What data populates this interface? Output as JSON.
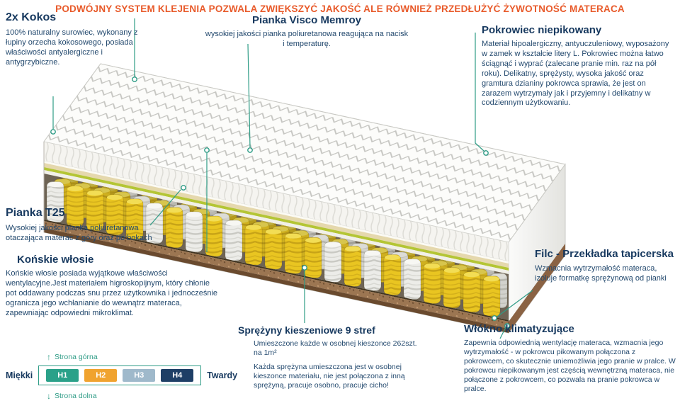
{
  "palette": {
    "accent_teal": "#2e9c86",
    "heading_navy": "#17395f",
    "body_navy": "#23496e",
    "banner_orange": "#e85a2a"
  },
  "banner": {
    "text": "PODWÓJNY SYSTEM KLEJENIA POZWALA ZWIĘKSZYĆ JAKOŚĆ ALE RÓWNIEŻ PRZEDŁUŻYĆ ŻYWOTNOŚĆ MATERACA"
  },
  "annotations": {
    "kokos": {
      "title": "2x Kokos",
      "body": "100% naturalny surowiec, wykonany z łupiny orzecha kokosowego, posiada właściwości antyalergiczne i antygrzybiczne."
    },
    "visco": {
      "title": "Pianka Visco Memroy",
      "body": "wysokiej jakości pianka poliuretanowa reagująca na nacisk i temperaturę."
    },
    "pokrowiec": {
      "title": "Pokrowiec niepikowany",
      "body": "Materiał hipoalergiczny, antyuczuleniowy, wyposażony w zamek w kształcie litery L. Pokrowiec można łatwo ściągnąć i wyprać (zalecane pranie min. raz na pół roku). Delikatny, sprężysty, wysoka jakość oraz gramtura dzianiny pokrowca sprawia, że jest on zarazem wytrzymały jak i przyjemny i delikatny w codziennym użytkowaniu."
    },
    "t25": {
      "title": "Pianka T25",
      "body": "Wysokiej jakości pianka poliuretanowa otaczająca materac z góry oraz po bokach"
    },
    "wlosie": {
      "title": "Końskie włosie",
      "body": "Końskie włosie posiada wyjątkowe właściwości wentylacyjne.Jest materiałem higroskopijnym, który chłonie pot oddawany podczas snu przez użytkownika i jednocześnie ogranicza jego wchłanianie do wewnątrz materaca, zapewniając odpowiedni mikroklimat."
    },
    "filc": {
      "title": "Filc - Przekładka tapicerska",
      "body": "Wzmacnia wytrzymałość materaca, izoluje formatkę sprężynową od pianki"
    },
    "wlokno": {
      "title": "Włókno klimatyzujące",
      "body": "Zapewnia odpowiednią wentylację materaca, wzmacnia jego wytrzymałość - w pokrowcu pikowanym połączona z pokrowcem, co skutecznie uniemożliwia jego pranie w pralce. W pokrowcu niepikowanym jest częścią wewnętrzną materaca, nie połączone z pokrowcem, co pozwala na pranie pokrowca w pralce."
    },
    "sprezyny": {
      "title": "Sprężyny kieszeniowe 9 stref",
      "body1": "Umieszczone każde w osobnej kieszonce 262szt. na 1m²",
      "body2": "Każda sprężyna umieszczona jest w osobnej kieszonce materiału, nie jest połączona z inną sprężyną, pracuje osobno, pracuje cicho!"
    }
  },
  "scale": {
    "soft": "Miękki",
    "hard": "Twardy",
    "levels": [
      {
        "label": "H1",
        "color": "#2aa189"
      },
      {
        "label": "H2",
        "color": "#f0a32f"
      },
      {
        "label": "H3",
        "color": "#9fb9cb"
      },
      {
        "label": "H4",
        "color": "#1e3f66"
      }
    ]
  },
  "orientation": {
    "top": "Strona górna",
    "bottom": "Strona dolna"
  }
}
